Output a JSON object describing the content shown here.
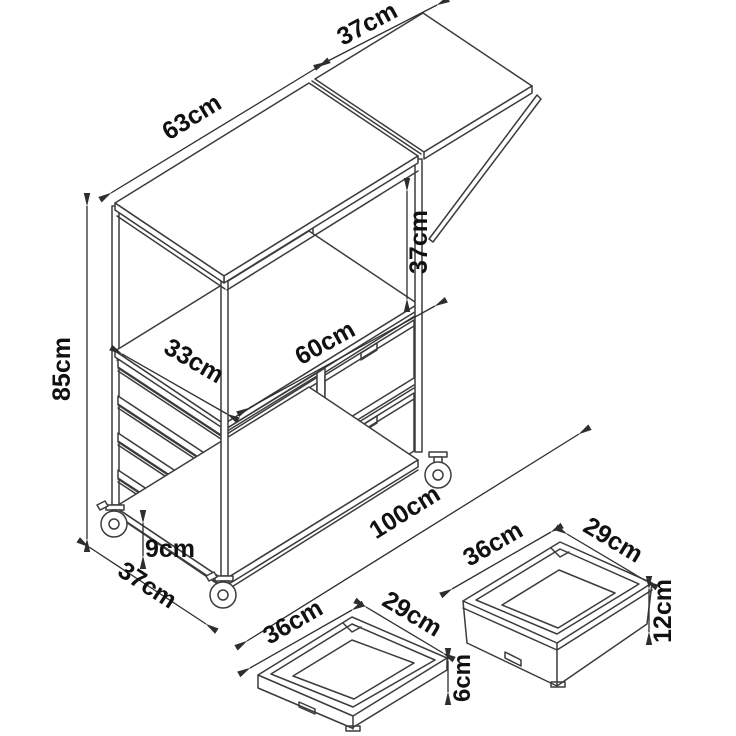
{
  "diagram": {
    "cart": {
      "leaf_width": "37cm",
      "top_length": "63cm",
      "height": "85cm",
      "shelf_clearance": "37cm",
      "shelf_depth": "33cm",
      "shelf_length": "60cm",
      "ground_clearance": "9cm",
      "depth": "37cm",
      "total_length": "100cm"
    },
    "shallow_tray": {
      "length": "36cm",
      "width": "29cm",
      "height": "6cm"
    },
    "deep_tray": {
      "length": "36cm",
      "width": "29cm",
      "height": "12cm"
    }
  }
}
